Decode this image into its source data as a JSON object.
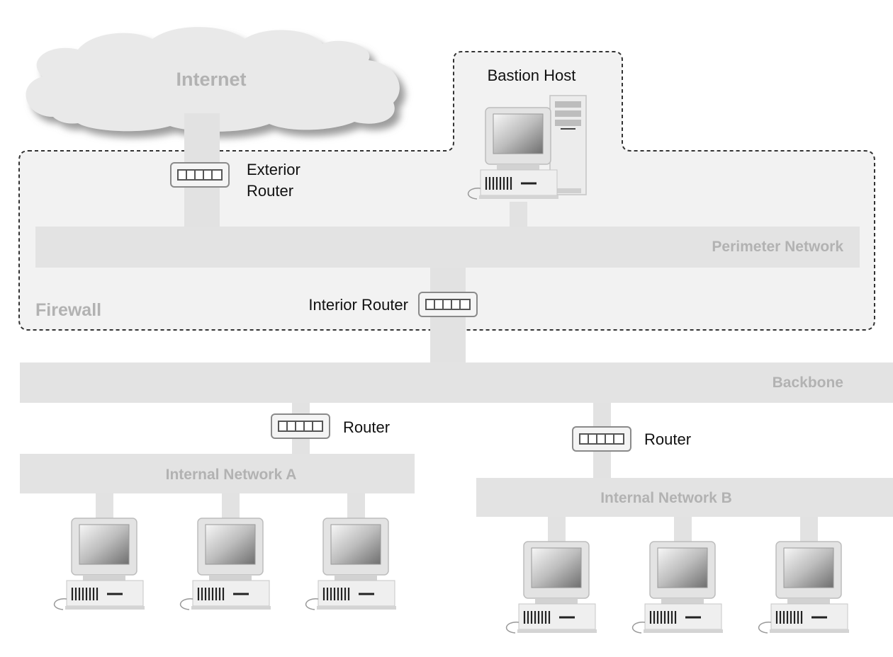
{
  "labels": {
    "internet": "Internet",
    "bastion_host": "Bastion Host",
    "exterior_router_line1": "Exterior",
    "exterior_router_line2": "Router",
    "perimeter_network": "Perimeter Network",
    "firewall": "Firewall",
    "interior_router": "Interior Router",
    "backbone": "Backbone",
    "router_a": "Router",
    "router_b": "Router",
    "internal_network_a": "Internal Network A",
    "internal_network_b": "Internal Network B"
  },
  "colors": {
    "network_band": "#e6e6e6",
    "firewall_zone": "#f2f2f2",
    "cloud": "#e9e9e9",
    "dashed_border": "#333333",
    "light_text": "#b2b2b2",
    "dark_text": "#111111"
  },
  "icons": {
    "router": "router-icon",
    "workstation": "workstation-icon",
    "tower": "tower-icon",
    "cloud": "cloud-icon"
  }
}
